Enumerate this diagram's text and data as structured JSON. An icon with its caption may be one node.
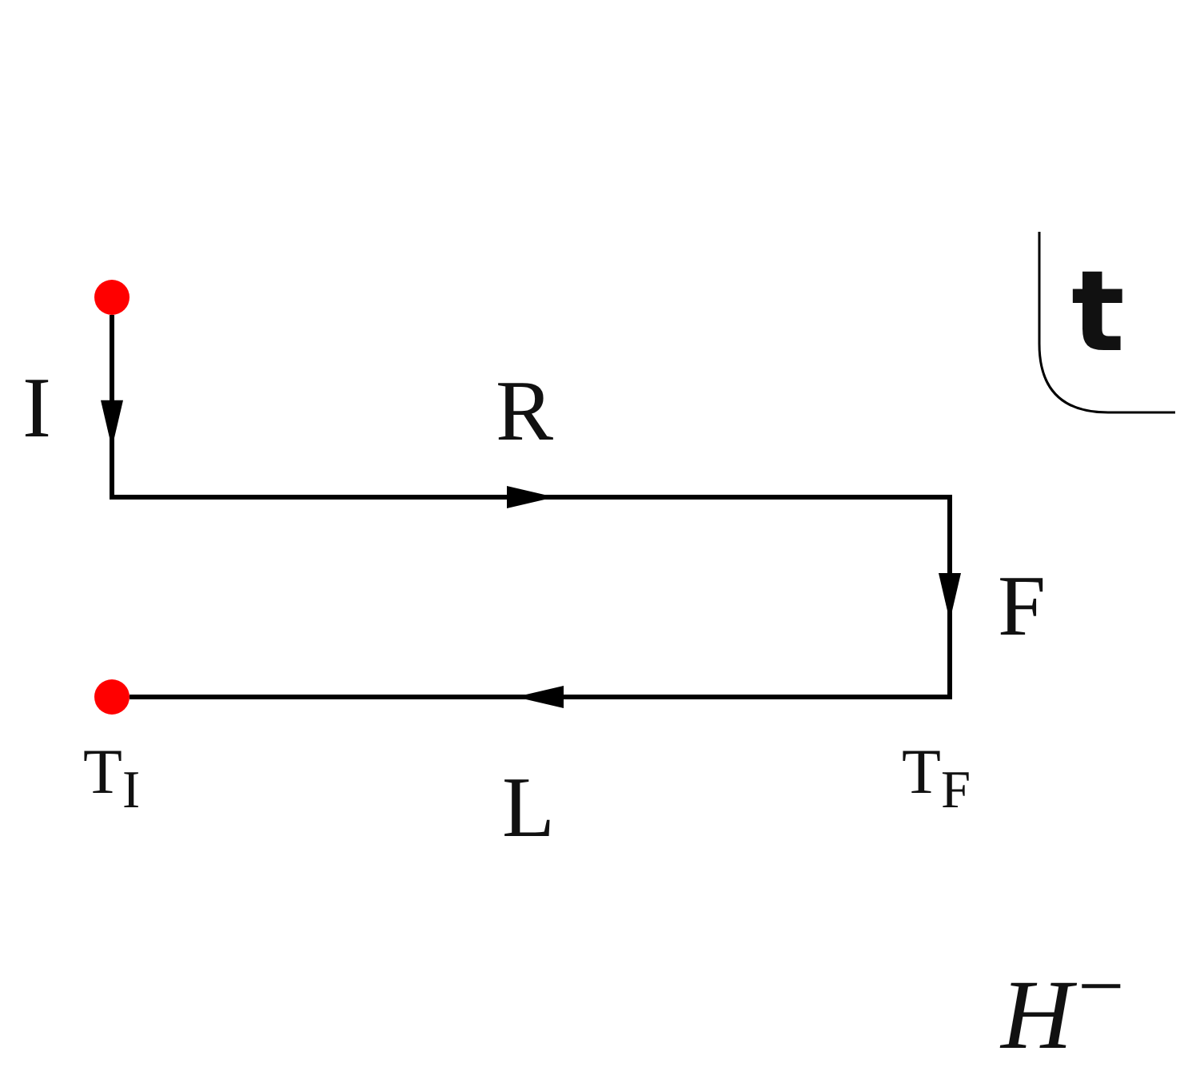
{
  "diagram": {
    "nodes": [
      {
        "text": [],
        "shape": "circle"
      },
      {
        "text": [],
        "shape": "circle"
      }
    ],
    "edges": [
      {
        "from": 0,
        "to": 1,
        "arrow": "to"
      }
    ],
    "labels": [
      "I",
      "R",
      "F",
      "L",
      "T$_{I}$",
      "T$_{F}$",
      "t",
      "H$^{−}$"
    ]
  }
}
